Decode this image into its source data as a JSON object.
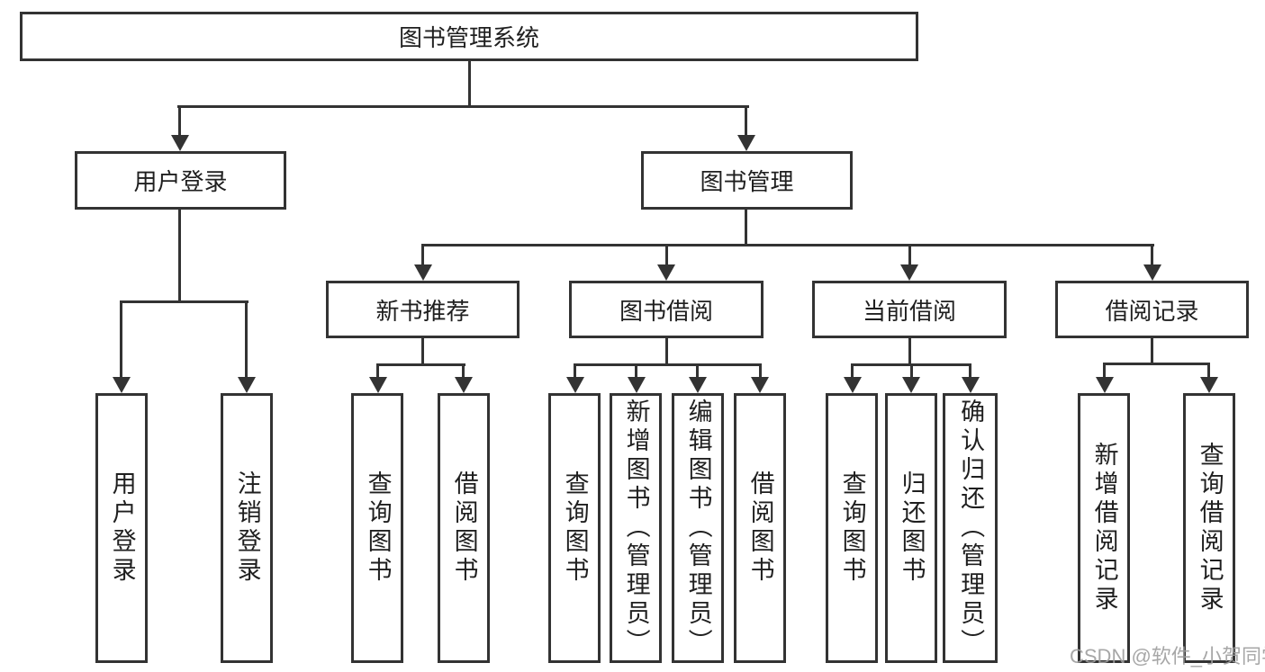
{
  "diagram": {
    "title": "图书管理系统",
    "nodes": {
      "root": "图书管理系统",
      "user_login": "用户登录",
      "book_mgmt": "图书管理",
      "new_book_rec": "新书推荐",
      "book_borrow": "图书借阅",
      "current_borrow": "当前借阅",
      "borrow_record": "借阅记录",
      "leaf_user_login": "用户登录",
      "leaf_logout": "注销登录",
      "leaf_nb_query": "查询图书",
      "leaf_nb_borrow": "借阅图书",
      "leaf_bb_query": "查询图书",
      "leaf_bb_add": "新增图书（管理员）",
      "leaf_bb_edit": "编辑图书（管理员）",
      "leaf_bb_borrow": "借阅图书",
      "leaf_cb_query": "查询图书",
      "leaf_cb_return": "归还图书",
      "leaf_cb_confirm": "确认归还（管理员）",
      "leaf_br_add": "新增借阅记录",
      "leaf_br_query": "查询借阅记录"
    }
  },
  "watermark": "CSDN @软件_小贺同学",
  "colors": {
    "line": "#333333",
    "text": "#1f1f1f",
    "watermark": "#9e9e9e",
    "background": "#ffffff"
  }
}
